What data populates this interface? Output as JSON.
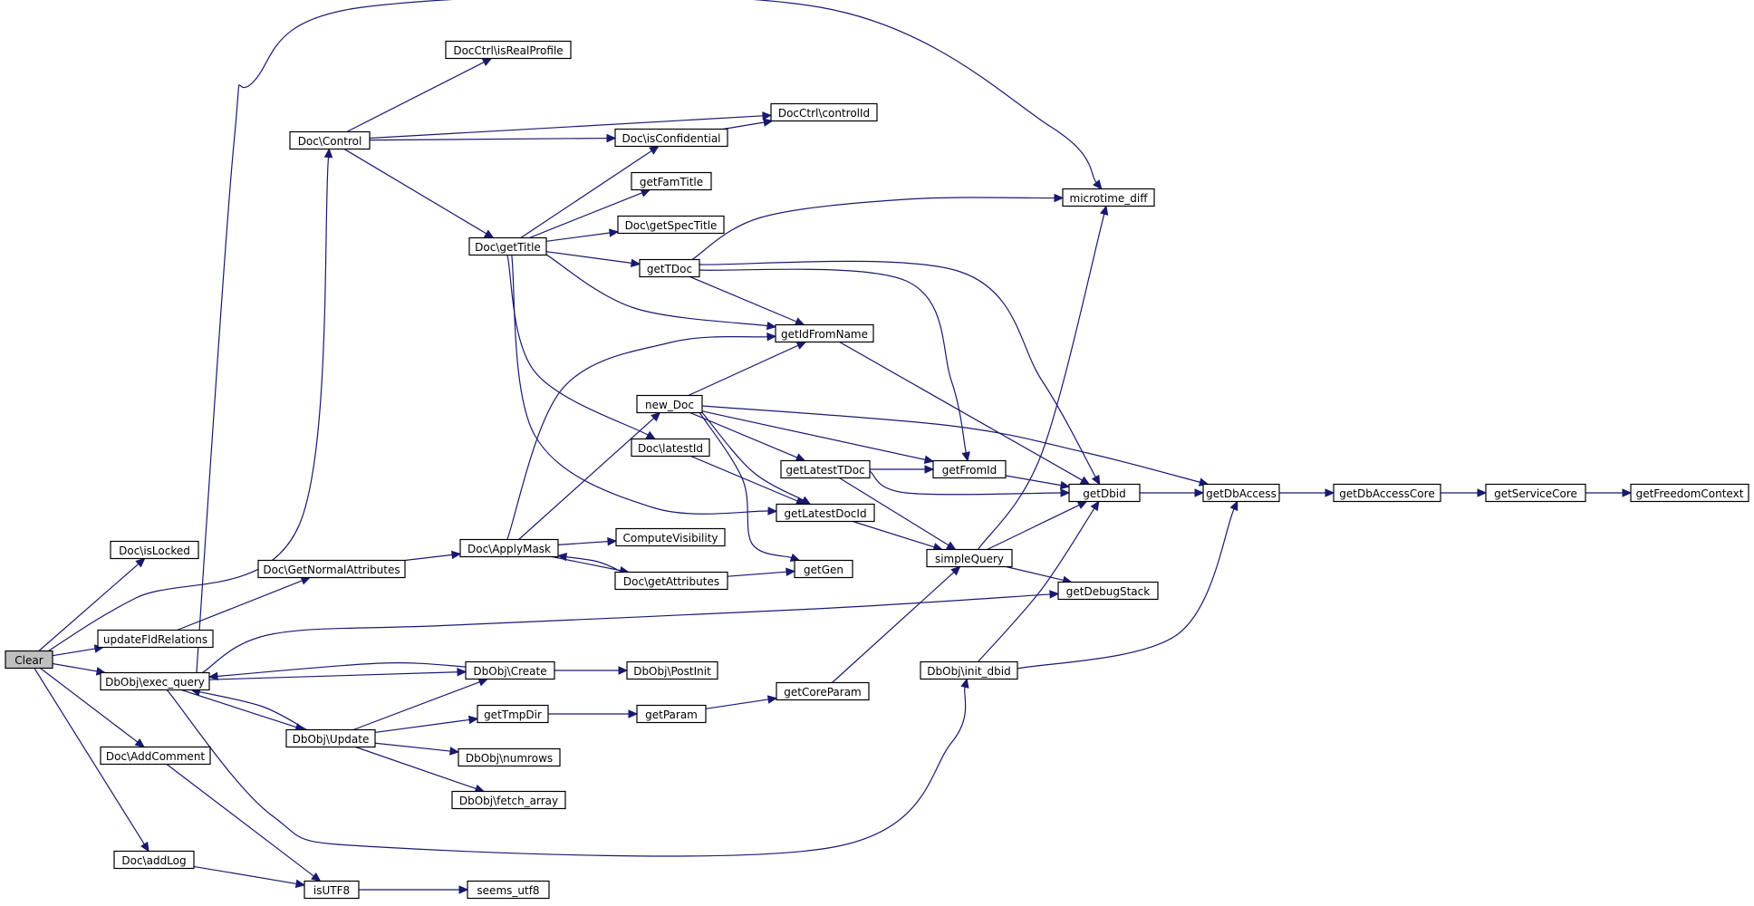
{
  "colors": {
    "edge": "#191970",
    "root_fill": "#bfbfbf",
    "node_fill": "#ffffff",
    "node_border": "#000000"
  },
  "graph": {
    "root": "Clear",
    "nodes": [
      {
        "id": "clear",
        "label": "Clear",
        "root": true
      },
      {
        "id": "doc_islocked",
        "label": "Doc\\isLocked"
      },
      {
        "id": "doc_control",
        "label": "Doc\\Control"
      },
      {
        "id": "updatefldrelations",
        "label": "updateFldRelations"
      },
      {
        "id": "dbobj_exec_query",
        "label": "DbObj\\exec_query"
      },
      {
        "id": "doc_addcomment",
        "label": "Doc\\AddComment"
      },
      {
        "id": "doc_addlog",
        "label": "Doc\\addLog"
      },
      {
        "id": "doc_getnormalattributes",
        "label": "Doc\\GetNormalAttributes"
      },
      {
        "id": "dbobj_update",
        "label": "DbObj\\Update"
      },
      {
        "id": "isutf8",
        "label": "isUTF8"
      },
      {
        "id": "docctrl_isrealprofile",
        "label": "DocCtrl\\isRealProfile"
      },
      {
        "id": "doc_gettitle",
        "label": "Doc\\getTitle"
      },
      {
        "id": "doc_applymask",
        "label": "Doc\\ApplyMask"
      },
      {
        "id": "dbobj_create",
        "label": "DbObj\\Create"
      },
      {
        "id": "gettmpdir",
        "label": "getTmpDir"
      },
      {
        "id": "dbobj_numrows",
        "label": "DbObj\\numrows"
      },
      {
        "id": "dbobj_fetch_array",
        "label": "DbObj\\fetch_array"
      },
      {
        "id": "seems_utf8",
        "label": "seems_utf8"
      },
      {
        "id": "doc_isconfidential",
        "label": "Doc\\isConfidential"
      },
      {
        "id": "getfamtitle",
        "label": "getFamTitle"
      },
      {
        "id": "doc_getspectitle",
        "label": "Doc\\getSpecTitle"
      },
      {
        "id": "gettdoc",
        "label": "getTDoc"
      },
      {
        "id": "new_doc",
        "label": "new_Doc"
      },
      {
        "id": "doc_latestid",
        "label": "Doc\\latestId"
      },
      {
        "id": "computevisibility",
        "label": "ComputeVisibility"
      },
      {
        "id": "doc_getattributes",
        "label": "Doc\\getAttributes"
      },
      {
        "id": "dbobj_postinit",
        "label": "DbObj\\PostInit"
      },
      {
        "id": "getparam",
        "label": "getParam"
      },
      {
        "id": "docctrl_controlid",
        "label": "DocCtrl\\controlId"
      },
      {
        "id": "getidfromname",
        "label": "getIdFromName"
      },
      {
        "id": "getlatesttdoc",
        "label": "getLatestTDoc"
      },
      {
        "id": "getlatestdocid",
        "label": "getLatestDocId"
      },
      {
        "id": "getgen",
        "label": "getGen"
      },
      {
        "id": "getcoreparam",
        "label": "getCoreParam"
      },
      {
        "id": "getfromid",
        "label": "getFromId"
      },
      {
        "id": "simplequery",
        "label": "simpleQuery"
      },
      {
        "id": "dbobj_init_dbid",
        "label": "DbObj\\init_dbid"
      },
      {
        "id": "microtime_diff",
        "label": "microtime_diff"
      },
      {
        "id": "getdbid",
        "label": "getDbid"
      },
      {
        "id": "getdebugstack",
        "label": "getDebugStack"
      },
      {
        "id": "getdbaccess",
        "label": "getDbAccess"
      },
      {
        "id": "getdbaccesscore",
        "label": "getDbAccessCore"
      },
      {
        "id": "getservicecore",
        "label": "getServiceCore"
      },
      {
        "id": "getfreedomcontext",
        "label": "getFreedomContext"
      }
    ],
    "edges": [
      [
        "clear",
        "doc_islocked"
      ],
      [
        "clear",
        "doc_control"
      ],
      [
        "clear",
        "updatefldrelations"
      ],
      [
        "clear",
        "dbobj_exec_query"
      ],
      [
        "clear",
        "doc_addcomment"
      ],
      [
        "clear",
        "doc_addlog"
      ],
      [
        "doc_control",
        "docctrl_isrealprofile"
      ],
      [
        "doc_control",
        "docctrl_controlid"
      ],
      [
        "doc_control",
        "doc_isconfidential"
      ],
      [
        "doc_control",
        "doc_gettitle"
      ],
      [
        "updatefldrelations",
        "doc_getnormalattributes"
      ],
      [
        "dbobj_exec_query",
        "microtime_diff"
      ],
      [
        "dbobj_exec_query",
        "getdebugstack"
      ],
      [
        "dbobj_exec_query",
        "dbobj_create"
      ],
      [
        "dbobj_exec_query",
        "dbobj_update"
      ],
      [
        "dbobj_exec_query",
        "dbobj_init_dbid"
      ],
      [
        "doc_addcomment",
        "isutf8"
      ],
      [
        "doc_addlog",
        "isutf8"
      ],
      [
        "doc_getnormalattributes",
        "doc_applymask"
      ],
      [
        "dbobj_update",
        "dbobj_exec_query"
      ],
      [
        "dbobj_update",
        "dbobj_create"
      ],
      [
        "dbobj_update",
        "gettmpdir"
      ],
      [
        "dbobj_update",
        "dbobj_numrows"
      ],
      [
        "dbobj_update",
        "dbobj_fetch_array"
      ],
      [
        "dbobj_create",
        "dbobj_exec_query"
      ],
      [
        "dbobj_create",
        "dbobj_postinit"
      ],
      [
        "isutf8",
        "seems_utf8"
      ],
      [
        "doc_gettitle",
        "doc_isconfidential"
      ],
      [
        "doc_gettitle",
        "getfamtitle"
      ],
      [
        "doc_gettitle",
        "doc_getspectitle"
      ],
      [
        "doc_gettitle",
        "gettdoc"
      ],
      [
        "doc_gettitle",
        "getidfromname"
      ],
      [
        "doc_gettitle",
        "doc_latestid"
      ],
      [
        "doc_gettitle",
        "getlatestdocid"
      ],
      [
        "doc_isconfidential",
        "docctrl_controlid"
      ],
      [
        "doc_applymask",
        "getidfromname"
      ],
      [
        "doc_applymask",
        "new_doc"
      ],
      [
        "doc_applymask",
        "computevisibility"
      ],
      [
        "doc_applymask",
        "doc_getattributes"
      ],
      [
        "doc_getattributes",
        "doc_applymask"
      ],
      [
        "doc_getattributes",
        "getgen"
      ],
      [
        "gettmpdir",
        "getparam"
      ],
      [
        "getparam",
        "getcoreparam"
      ],
      [
        "getcoreparam",
        "simplequery"
      ],
      [
        "gettdoc",
        "microtime_diff"
      ],
      [
        "gettdoc",
        "getidfromname"
      ],
      [
        "gettdoc",
        "getfromid"
      ],
      [
        "gettdoc",
        "getdbid"
      ],
      [
        "new_doc",
        "getidfromname"
      ],
      [
        "new_doc",
        "getlatesttdoc"
      ],
      [
        "new_doc",
        "getfromid"
      ],
      [
        "new_doc",
        "getlatestdocid"
      ],
      [
        "new_doc",
        "getgen"
      ],
      [
        "new_doc",
        "getdbaccess"
      ],
      [
        "doc_latestid",
        "getlatestdocid"
      ],
      [
        "getidfromname",
        "getdbid"
      ],
      [
        "getlatesttdoc",
        "getfromid"
      ],
      [
        "getlatesttdoc",
        "getdbid"
      ],
      [
        "getlatesttdoc",
        "simplequery"
      ],
      [
        "getlatestdocid",
        "simplequery"
      ],
      [
        "getfromid",
        "getdbid"
      ],
      [
        "simplequery",
        "microtime_diff"
      ],
      [
        "simplequery",
        "getdbid"
      ],
      [
        "simplequery",
        "getdebugstack"
      ],
      [
        "dbobj_init_dbid",
        "getdbid"
      ],
      [
        "dbobj_init_dbid",
        "getdbaccess"
      ],
      [
        "getdbid",
        "getdbaccess"
      ],
      [
        "getdbaccess",
        "getdbaccesscore"
      ],
      [
        "getdbaccesscore",
        "getservicecore"
      ],
      [
        "getservicecore",
        "getfreedomcontext"
      ]
    ]
  }
}
